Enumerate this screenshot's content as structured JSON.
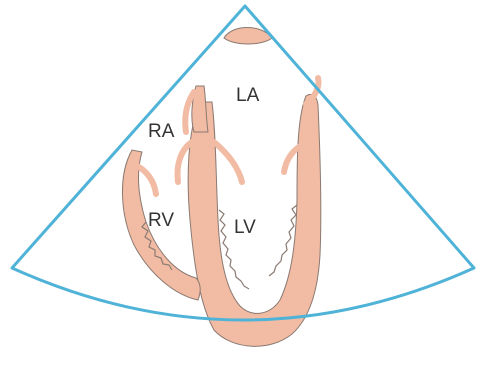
{
  "diagram": {
    "labels": {
      "la": "LA",
      "ra": "RA",
      "rv": "RV",
      "lv": "LV"
    },
    "colors": {
      "sector_outline": "#4fb3d8",
      "myocardium_fill": "#f2bba3",
      "outline": "#8a7a72",
      "label": "#333333",
      "background": "#ffffff"
    }
  }
}
